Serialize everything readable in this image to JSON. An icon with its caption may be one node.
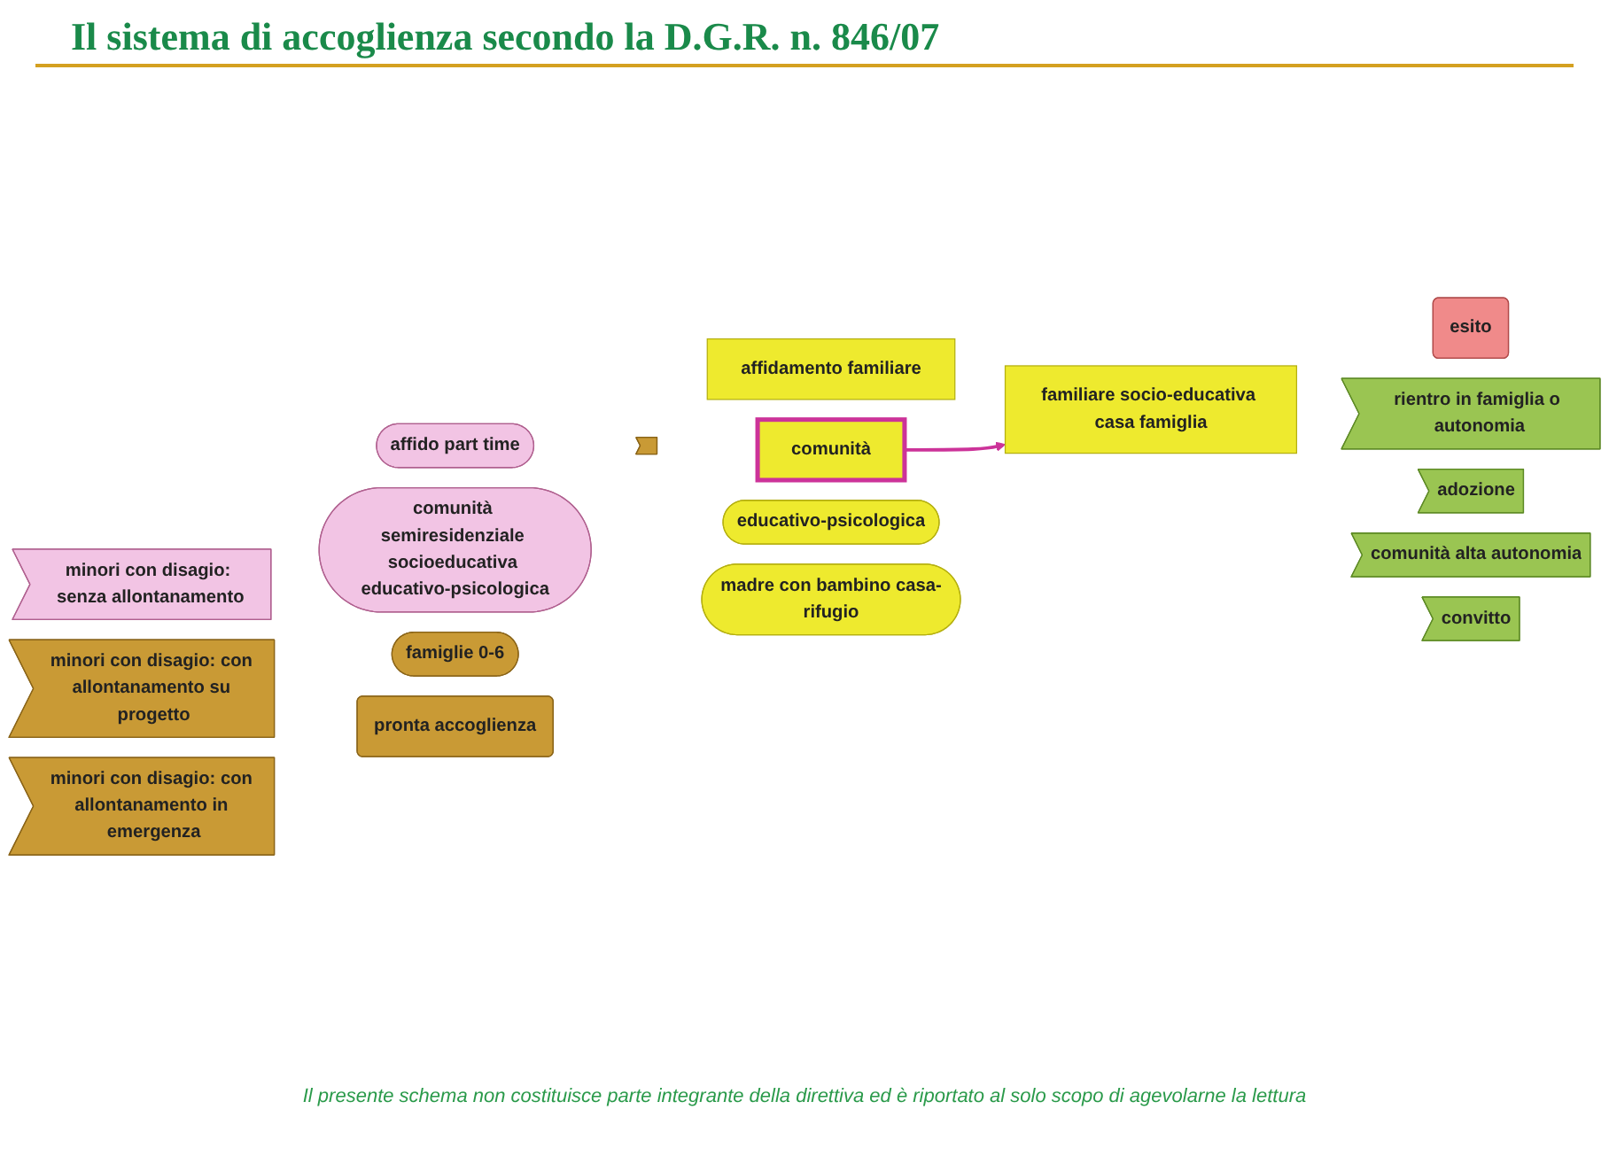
{
  "diagram": {
    "title": "Il sistema di accoglienza secondo la D.G.R. n. 846/07",
    "caption": "Il presente schema non costituisce parte integrante della direttiva ed è riportato al solo scopo di agevolarne la lettura",
    "nodes": [
      {
        "text": [
          "minori con disagio: senza allontanamento"
        ]
      },
      {
        "text": [
          "affido part time"
        ]
      },
      {
        "text": [
          "comunità semiresidenziale socioeducativa educativo-psicologica"
        ]
      },
      {
        "text": [
          "minori con disagio: con allontanamento su progetto"
        ]
      },
      {
        "text": [
          "minori con disagio: con allontanamento in emergenza"
        ]
      },
      {
        "text": [
          "famiglie 0-6"
        ]
      },
      {
        "text": [
          "pronta accoglienza"
        ]
      },
      {
        "text": [],
        "shape": "arrow"
      },
      {
        "text": [
          "affidamento familiare"
        ]
      },
      {
        "text": [
          "comunità"
        ]
      },
      {
        "text": [
          "familiare socio-educativa casa famiglia"
        ]
      },
      {
        "text": [
          "educativo-psicologica"
        ]
      },
      {
        "text": [
          "madre con bambino casa-rifugio"
        ]
      },
      {
        "text": [
          "esito"
        ]
      },
      {
        "text": [
          "rientro in famiglia o autonomia"
        ]
      },
      {
        "text": [
          "adozione"
        ]
      },
      {
        "text": [
          "comunità alta autonomia"
        ]
      },
      {
        "text": [
          "convitto"
        ]
      }
    ],
    "edges": [
      {
        "from": 9,
        "to": 10,
        "arrow": "to",
        "color": "#cc3399"
      }
    ]
  }
}
